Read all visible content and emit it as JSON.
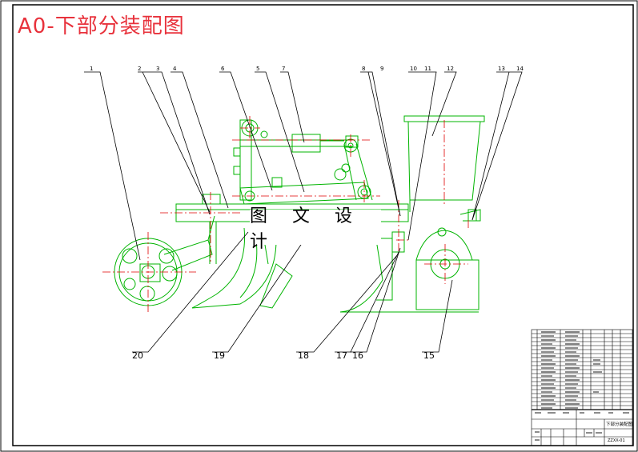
{
  "title": "A0-下部分装配图",
  "watermark": "图 文 设 计",
  "callouts_top": [
    "1",
    "2",
    "3",
    "4",
    "6",
    "5",
    "7",
    "8",
    "9",
    "10",
    "11",
    "12",
    "13",
    "14"
  ],
  "callouts_bottom": [
    "20",
    "19",
    "18",
    "17",
    "16",
    "15"
  ],
  "title_block": {
    "drawing_name": "下部分装配图",
    "drawing_number": "ZZXX-01"
  },
  "colors": {
    "frame": "#000000",
    "outline": "#00b400",
    "centerline": "#e00000",
    "title": "#e8323c"
  }
}
